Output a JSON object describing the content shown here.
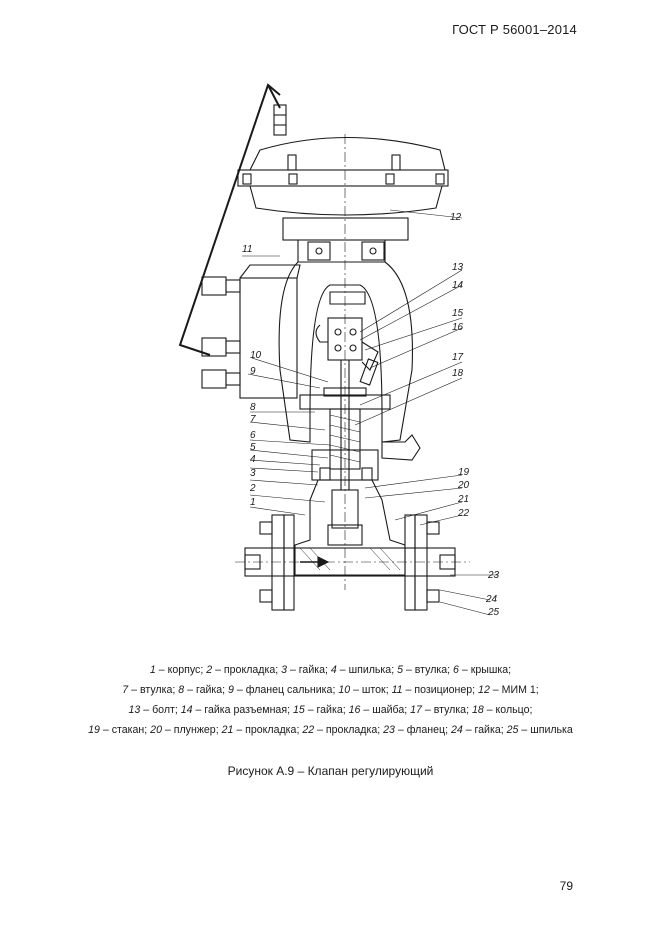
{
  "header": {
    "standard": "ГОСТ Р 56001–2014"
  },
  "callouts": [
    "1",
    "2",
    "3",
    "4",
    "5",
    "6",
    "7",
    "8",
    "9",
    "10",
    "11",
    "12",
    "13",
    "14",
    "15",
    "16",
    "17",
    "18",
    "19",
    "20",
    "21",
    "22",
    "23",
    "24",
    "25"
  ],
  "legend": {
    "lines": [
      [
        {
          "n": "1",
          "t": "корпус"
        },
        {
          "n": "2",
          "t": "прокладка"
        },
        {
          "n": "3",
          "t": "гайка"
        },
        {
          "n": "4",
          "t": "шпилька"
        },
        {
          "n": "5",
          "t": "втулка"
        },
        {
          "n": "6",
          "t": "крышка"
        }
      ],
      [
        {
          "n": "7",
          "t": "втулка"
        },
        {
          "n": "8",
          "t": "гайка"
        },
        {
          "n": "9",
          "t": "фланец сальника"
        },
        {
          "n": "10",
          "t": "шток"
        },
        {
          "n": "11",
          "t": "позиционер"
        },
        {
          "n": "12",
          "t": "МИМ 1"
        }
      ],
      [
        {
          "n": "13",
          "t": "болт"
        },
        {
          "n": "14",
          "t": "гайка разъемная"
        },
        {
          "n": "15",
          "t": "гайка"
        },
        {
          "n": "16",
          "t": "шайба"
        },
        {
          "n": "17",
          "t": "втулка"
        },
        {
          "n": "18",
          "t": "кольцо"
        }
      ],
      [
        {
          "n": "19",
          "t": "стакан"
        },
        {
          "n": "20",
          "t": "плунжер"
        },
        {
          "n": "21",
          "t": "прокладка"
        },
        {
          "n": "22",
          "t": "прокладка"
        },
        {
          "n": "23",
          "t": "фланец"
        },
        {
          "n": "24",
          "t": "гайка"
        },
        {
          "n": "25",
          "t": "шпилька"
        }
      ]
    ]
  },
  "caption": "Рисунок А.9 – Клапан регулирующий",
  "page_number": "79"
}
